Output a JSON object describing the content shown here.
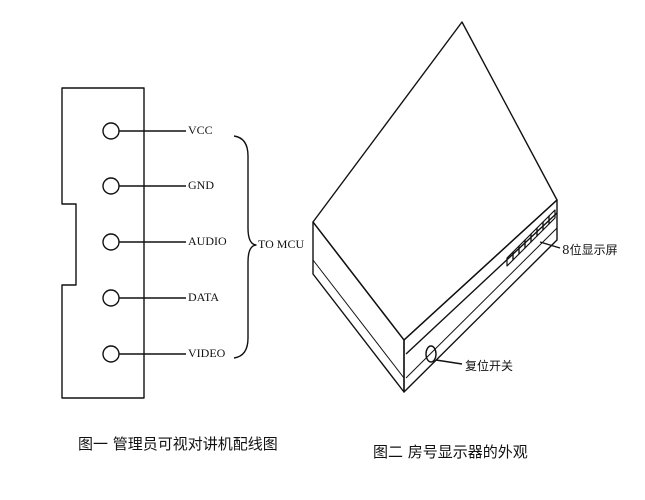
{
  "figure1": {
    "pins": [
      "VCC",
      "GND",
      "AUDIO",
      "DATA",
      "VIDEO"
    ],
    "bracket_label": "TO MCU",
    "caption": "图一   管理员可视对讲机配线图"
  },
  "figure2": {
    "display_label": "8位显示屏",
    "reset_label": "复位开关",
    "caption": "图二    房号显示器的外观"
  },
  "colors": {
    "ink": "#111111",
    "background": "#ffffff"
  }
}
